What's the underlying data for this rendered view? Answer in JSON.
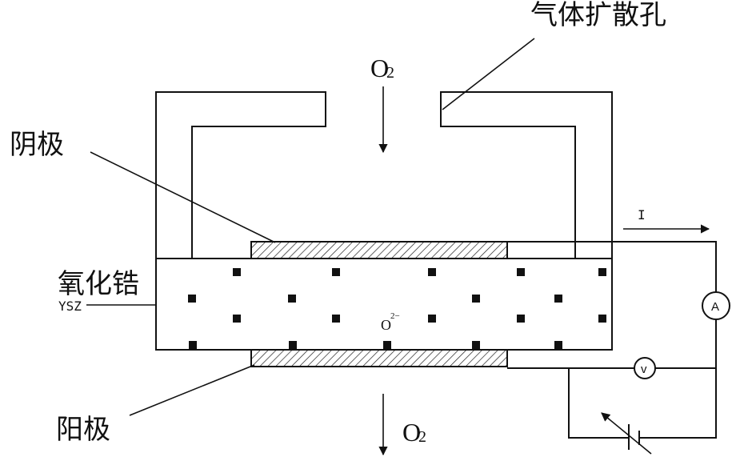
{
  "labels": {
    "gas_hole": "气体扩散孔",
    "cathode": "阴极",
    "zirconia": "氧化锆",
    "ysz": "YSZ",
    "anode": "阳极",
    "o2_top": "O",
    "o2_top_sub": "2",
    "o2_bottom": "O",
    "o2_bottom_sub": "2",
    "oxygen_ion": "O",
    "oxygen_ion_charge": "2−",
    "current": "I",
    "ammeter": "A",
    "voltmeter": "v"
  },
  "colors": {
    "line": "#111111",
    "background": "#ffffff",
    "electrode_fill": "#e6e6e6"
  }
}
